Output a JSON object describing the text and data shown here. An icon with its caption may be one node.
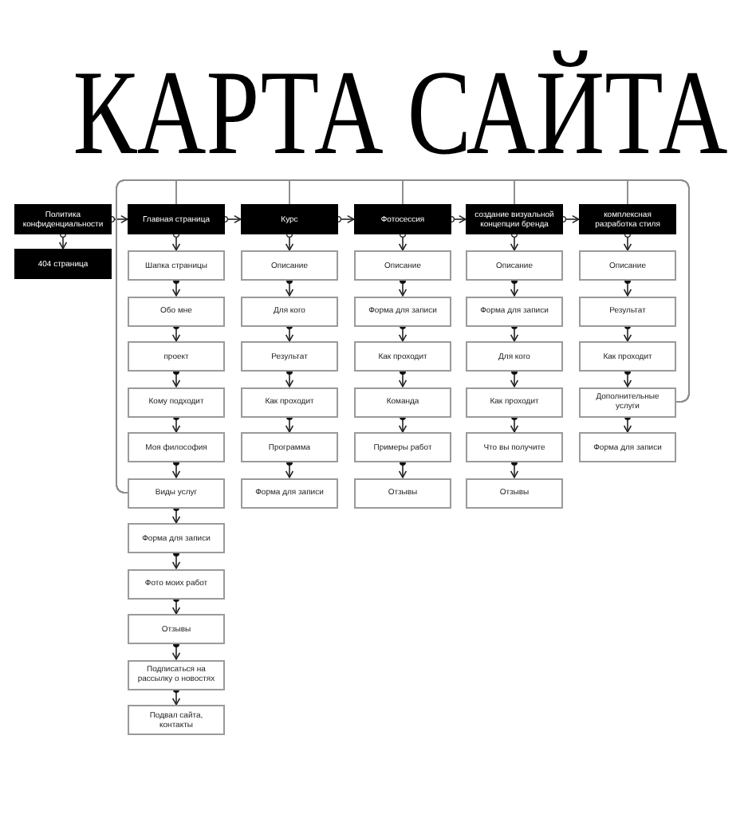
{
  "diagram": {
    "title": "КАРТА САЙТА",
    "nodes": [
      {
        "text": [
          "Политика конфиденциальности"
        ]
      },
      {
        "text": [
          "404 страница"
        ]
      },
      {
        "text": [
          "Главная страница"
        ]
      },
      {
        "text": [
          "Курс"
        ]
      },
      {
        "text": [
          "Фотосессия"
        ]
      },
      {
        "text": [
          "создание визуальной концепции бренда"
        ]
      },
      {
        "text": [
          "комплексная разработка стиля"
        ]
      },
      {
        "text": [
          "Шапка страницы"
        ]
      },
      {
        "text": [
          "Обо мне"
        ]
      },
      {
        "text": [
          "проект"
        ]
      },
      {
        "text": [
          "Кому подходит"
        ]
      },
      {
        "text": [
          "Моя философия"
        ]
      },
      {
        "text": [
          "Виды услуг"
        ]
      },
      {
        "text": [
          "Форма для записи"
        ]
      },
      {
        "text": [
          "Фото моих работ"
        ]
      },
      {
        "text": [
          "Отзывы"
        ]
      },
      {
        "text": [
          "Подписаться на рассылку о новостях"
        ]
      },
      {
        "text": [
          "Подвал сайта, контакты"
        ]
      },
      {
        "text": [
          "Описание"
        ]
      },
      {
        "text": [
          "Для кого"
        ]
      },
      {
        "text": [
          "Результат"
        ]
      },
      {
        "text": [
          "Как проходит"
        ]
      },
      {
        "text": [
          "Программа"
        ]
      },
      {
        "text": [
          "Форма для записи"
        ]
      },
      {
        "text": [
          "Описание"
        ]
      },
      {
        "text": [
          "Форма для записи"
        ]
      },
      {
        "text": [
          "Как проходит"
        ]
      },
      {
        "text": [
          "Команда"
        ]
      },
      {
        "text": [
          "Примеры работ"
        ]
      },
      {
        "text": [
          "Отзывы"
        ]
      },
      {
        "text": [
          "Описание"
        ]
      },
      {
        "text": [
          "Форма для записи"
        ]
      },
      {
        "text": [
          "Для кого"
        ]
      },
      {
        "text": [
          "Как проходит"
        ]
      },
      {
        "text": [
          "Что вы получите"
        ]
      },
      {
        "text": [
          "Отзывы"
        ]
      },
      {
        "text": [
          "Описание"
        ]
      },
      {
        "text": [
          "Результат"
        ]
      },
      {
        "text": [
          "Как проходит"
        ]
      },
      {
        "text": [
          "Дополнительные услуги"
        ]
      },
      {
        "text": [
          "Форма для записи"
        ]
      }
    ],
    "edges": [
      {
        "from": 0,
        "to": 2,
        "arrow": "to"
      },
      {
        "from": 2,
        "to": 3,
        "arrow": "to"
      },
      {
        "from": 3,
        "to": 4,
        "arrow": "to"
      },
      {
        "from": 4,
        "to": 5,
        "arrow": "to"
      },
      {
        "from": 5,
        "to": 6,
        "arrow": "to"
      },
      {
        "from": 0,
        "to": 1,
        "arrow": "to"
      },
      {
        "from": 2,
        "to": 7,
        "arrow": "to"
      },
      {
        "from": 7,
        "to": 8,
        "arrow": "to"
      },
      {
        "from": 8,
        "to": 9,
        "arrow": "to"
      },
      {
        "from": 9,
        "to": 10,
        "arrow": "to"
      },
      {
        "from": 10,
        "to": 11,
        "arrow": "to"
      },
      {
        "from": 11,
        "to": 12,
        "arrow": "to"
      },
      {
        "from": 12,
        "to": 13,
        "arrow": "to"
      },
      {
        "from": 13,
        "to": 14,
        "arrow": "to"
      },
      {
        "from": 14,
        "to": 15,
        "arrow": "to"
      },
      {
        "from": 15,
        "to": 16,
        "arrow": "to"
      },
      {
        "from": 16,
        "to": 17,
        "arrow": "to"
      },
      {
        "from": 3,
        "to": 18,
        "arrow": "to"
      },
      {
        "from": 18,
        "to": 19,
        "arrow": "to"
      },
      {
        "from": 19,
        "to": 20,
        "arrow": "to"
      },
      {
        "from": 20,
        "to": 21,
        "arrow": "to"
      },
      {
        "from": 21,
        "to": 22,
        "arrow": "to"
      },
      {
        "from": 22,
        "to": 23,
        "arrow": "to"
      },
      {
        "from": 4,
        "to": 24,
        "arrow": "to"
      },
      {
        "from": 24,
        "to": 25,
        "arrow": "to"
      },
      {
        "from": 25,
        "to": 26,
        "arrow": "to"
      },
      {
        "from": 26,
        "to": 27,
        "arrow": "to"
      },
      {
        "from": 27,
        "to": 28,
        "arrow": "to"
      },
      {
        "from": 28,
        "to": 29,
        "arrow": "to"
      },
      {
        "from": 5,
        "to": 30,
        "arrow": "to"
      },
      {
        "from": 30,
        "to": 31,
        "arrow": "to"
      },
      {
        "from": 31,
        "to": 32,
        "arrow": "to"
      },
      {
        "from": 32,
        "to": 33,
        "arrow": "to"
      },
      {
        "from": 33,
        "to": 34,
        "arrow": "to"
      },
      {
        "from": 34,
        "to": 35,
        "arrow": "to"
      },
      {
        "from": 6,
        "to": 36,
        "arrow": "to"
      },
      {
        "from": 36,
        "to": 37,
        "arrow": "to"
      },
      {
        "from": 37,
        "to": 38,
        "arrow": "to"
      },
      {
        "from": 38,
        "to": 39,
        "arrow": "to"
      },
      {
        "from": 39,
        "to": 40,
        "arrow": "to"
      },
      {
        "from": 12,
        "to": 2,
        "arrow": "none",
        "color": "#8c8c8c"
      },
      {
        "from": 12,
        "to": 3,
        "arrow": "none",
        "color": "#8c8c8c"
      },
      {
        "from": 12,
        "to": 4,
        "arrow": "none",
        "color": "#8c8c8c"
      },
      {
        "from": 12,
        "to": 5,
        "arrow": "none",
        "color": "#8c8c8c"
      },
      {
        "from": 12,
        "to": 6,
        "arrow": "none",
        "color": "#8c8c8c"
      },
      {
        "from": 39,
        "to": 2,
        "arrow": "none",
        "color": "#8c8c8c"
      },
      {
        "from": 39,
        "to": 3,
        "arrow": "none",
        "color": "#8c8c8c"
      },
      {
        "from": 39,
        "to": 4,
        "arrow": "none",
        "color": "#8c8c8c"
      },
      {
        "from": 39,
        "to": 5,
        "arrow": "none",
        "color": "#8c8c8c"
      },
      {
        "from": 39,
        "to": 6,
        "arrow": "none",
        "color": "#8c8c8c"
      }
    ]
  }
}
